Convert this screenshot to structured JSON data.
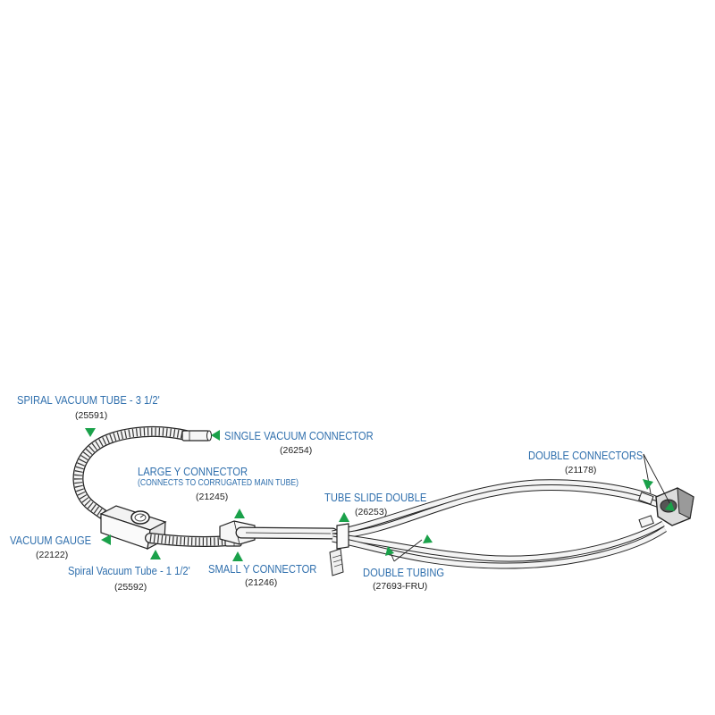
{
  "colors": {
    "label": "#2f6fad",
    "number": "#222222",
    "arrow": "#1aa14a",
    "line": "#222222",
    "tube_fill": "#f4f4f4"
  },
  "labels": {
    "spiral_3_5": {
      "title": "SPIRAL VACUUM TUBE - 3 1/2'",
      "part": "(25591)"
    },
    "single_vacuum": {
      "title": "SINGLE VACUUM CONNECTOR",
      "part": "(26254)"
    },
    "large_y": {
      "title": "LARGE Y CONNECTOR",
      "note": "(CONNECTS TO CORRUGATED MAIN TUBE)",
      "part": "(21245)"
    },
    "tube_slide": {
      "title": "TUBE SLIDE DOUBLE",
      "part": "(26253)"
    },
    "double_connectors": {
      "title": "DOUBLE CONNECTORS",
      "part": "(21178)"
    },
    "vacuum_gauge": {
      "title": "VACUUM GAUGE",
      "part": "(22122)"
    },
    "spiral_1_5": {
      "title": "Spiral Vacuum Tube - 1 1/2'",
      "part": "(25592)"
    },
    "small_y": {
      "title": "SMALL Y CONNECTOR",
      "part": "(21246)"
    },
    "double_tubing": {
      "title": "DOUBLE TUBING",
      "part": "(27693-FRU)"
    }
  }
}
